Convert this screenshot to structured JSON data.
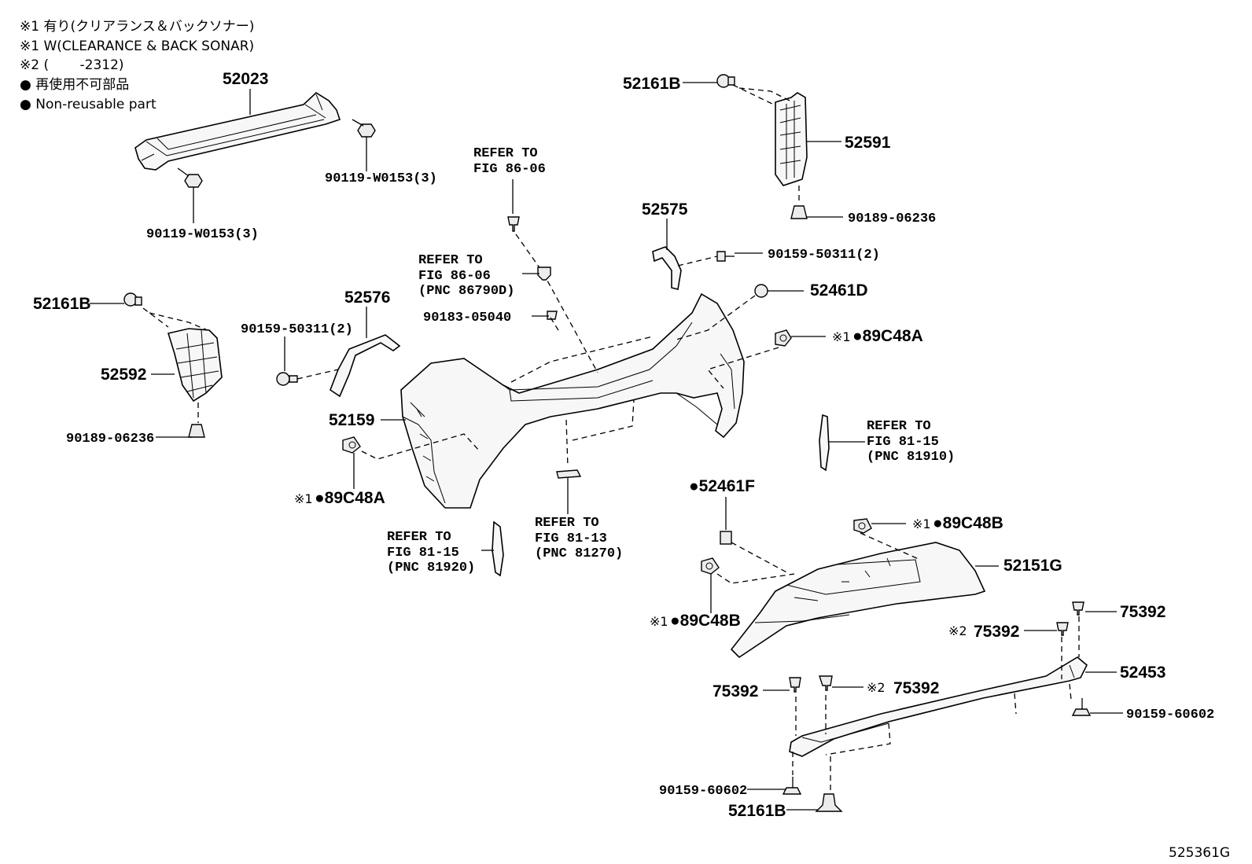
{
  "notes": {
    "line1": "※1 有り(クリアランス＆バックソナー)",
    "line2": "※1 W(CLEARANCE & BACK SONAR)",
    "line3": "※2 (　　 -2312)",
    "line4": "● 再使用不可部品",
    "line5": "● Non-reusable part"
  },
  "parts": {
    "p52023": "52023",
    "p90119_a": "90119-W0153(3)",
    "p90119_b": "90119-W0153(3)",
    "p52161B_tr": "52161B",
    "p52591": "52591",
    "p90189_r": "90189-06236",
    "p52575": "52575",
    "p90159_50311_r": "90159-50311(2)",
    "p52461D": "52461D",
    "p89C48A_r": "●89C48A",
    "p52161B_l": "52161B",
    "p52576": "52576",
    "p90159_50311_l": "90159-50311(2)",
    "p52592": "52592",
    "p90189_l": "90189-06236",
    "p52159": "52159",
    "p89C48A_l": "●89C48A",
    "p90183": "90183-05040",
    "p52461F": "●52461F",
    "p89C48B_r": "●89C48B",
    "p52151G": "52151G",
    "p89C48B_l": "●89C48B",
    "p75392_a": "75392",
    "p75392_b": "75392",
    "p75392_c": "75392",
    "p75392_d": "75392",
    "p52453": "52453",
    "p90159_60602_r": "90159-60602",
    "p90159_60602_l": "90159-60602",
    "p52161B_b": "52161B"
  },
  "marks": {
    "m1": "※1",
    "m2": "※2"
  },
  "refs": {
    "ref_top": [
      "REFER TO",
      "FIG 86-06"
    ],
    "ref_clip": [
      "REFER TO",
      "FIG 86-06",
      "(PNC 86790D)"
    ],
    "ref_right": [
      "REFER TO",
      "FIG 81-15",
      "(PNC 81910)"
    ],
    "ref_left": [
      "REFER TO",
      "FIG 81-15",
      "(PNC 81920)"
    ],
    "ref_mid": [
      "REFER TO",
      "FIG 81-13",
      "(PNC 81270)"
    ]
  },
  "figure_id": "525361G"
}
